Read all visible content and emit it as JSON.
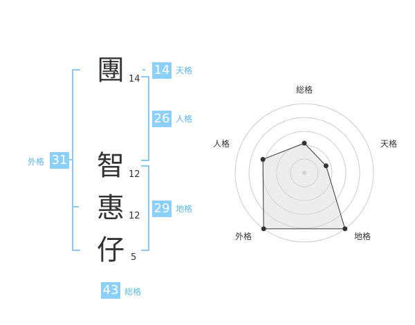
{
  "name_chars": [
    {
      "char": "團",
      "strokes": "14"
    },
    {
      "char": "智",
      "strokes": "12"
    },
    {
      "char": "惠",
      "strokes": "12"
    },
    {
      "char": "仔",
      "strokes": "5"
    }
  ],
  "kakusu": {
    "tenkaku": {
      "value": "14",
      "label": "天格"
    },
    "jinkaku": {
      "value": "26",
      "label": "人格"
    },
    "chikaku": {
      "value": "29",
      "label": "地格"
    },
    "gaikaku": {
      "value": "31",
      "label": "外格"
    },
    "soukaku": {
      "value": "43",
      "label": "総格"
    }
  },
  "colors": {
    "accent": "#8ccff7",
    "bracket": "#8cc8ef",
    "label": "#5fb7ea"
  },
  "chart_data": {
    "type": "radar",
    "axes": [
      "総格",
      "天格",
      "地格",
      "外格",
      "人格"
    ],
    "values": [
      0.43,
      0.33,
      1.0,
      1.0,
      0.63
    ],
    "rings": 5,
    "grid": true
  }
}
